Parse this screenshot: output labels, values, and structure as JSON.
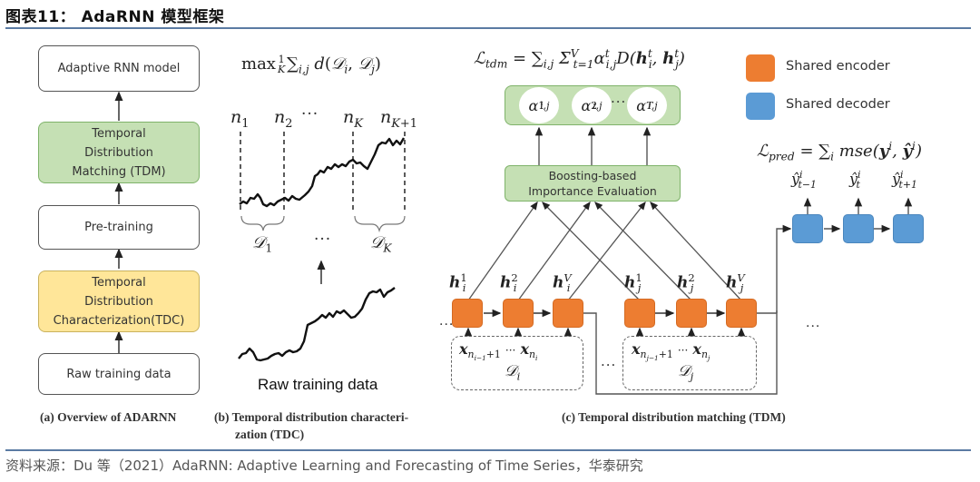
{
  "figure": {
    "title": "图表11：  AdaRNN 模型框架",
    "source": "资料来源：Du 等（2021）AdaRNN: Adaptive Learning and Forecasting of Time Series，华泰研究"
  },
  "panel_a": {
    "caption": "(a) Overview of ADARNN",
    "boxes": [
      {
        "label": "Adaptive RNN model",
        "style": "white"
      },
      {
        "label": "Temporal Distribution Matching (TDM)",
        "style": "green"
      },
      {
        "label": "Pre-training",
        "style": "white"
      },
      {
        "label": "Temporal Distribution Characterization(TDC)",
        "style": "yellow"
      },
      {
        "label": "Raw training data",
        "style": "white"
      }
    ],
    "box_lines": {
      "tdm": [
        "Temporal",
        "Distribution",
        "Matching (TDM)"
      ],
      "tdc": [
        "Temporal",
        "Distribution",
        "Characterization(TDC)"
      ]
    }
  },
  "panel_b": {
    "caption_line1": "(b) Temporal distribution characteri-",
    "caption_line2": "zation (TDC)",
    "objective": "max (1/K) Σi,j d(Di, Dj)",
    "split_labels": [
      "n1",
      "n2",
      "···",
      "nK",
      "nK+1"
    ],
    "segment_labels": [
      "D1",
      "···",
      "DK"
    ],
    "raw_label": "Raw training data"
  },
  "panel_c": {
    "caption": "(c) Temporal distribution matching (TDM)",
    "tdm_loss": "Ltdm = Σi,j Σt=1..V αti,j D(hti, htj)",
    "alphas": [
      "α1i,j",
      "α2i,j",
      "αTi,j"
    ],
    "alpha_ellipsis": "···",
    "boosting_line1": "Boosting-based",
    "boosting_line2": "Importance Evaluation",
    "hidden_i": [
      "h1i",
      "h2i",
      "hVi"
    ],
    "hidden_j": [
      "h1j",
      "h2j",
      "hVj"
    ],
    "segment_i": {
      "inputs": "xn(i-1)+1 ··· xni",
      "label": "Di"
    },
    "segment_j": {
      "inputs": "xn(j-1)+1 ··· xnj",
      "label": "Dj"
    },
    "pred_loss": "Lpred = Σi mse(yi, ŷi)",
    "outputs": [
      "ŷit-1",
      "ŷit",
      "ŷit+1"
    ],
    "legend": [
      {
        "label": "Shared encoder",
        "color": "#ED7D31"
      },
      {
        "label": "Shared decoder",
        "color": "#5B9BD5"
      }
    ]
  }
}
